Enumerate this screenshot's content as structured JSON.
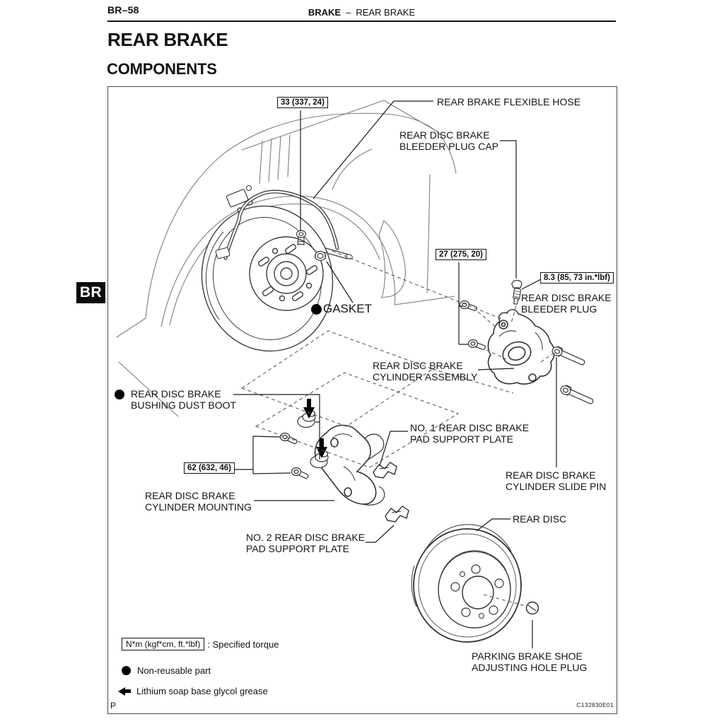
{
  "page": {
    "page_number": "BR–58",
    "header_section": "BRAKE",
    "header_dash": "–",
    "header_subsection": "REAR BRAKE",
    "title": "REAR BRAKE",
    "subtitle": "COMPONENTS",
    "side_tab": "BR",
    "footer_left": "P",
    "figure_code": "C132830E01"
  },
  "labels": {
    "flexible_hose": "REAR BRAKE FLEXIBLE HOSE",
    "bleeder_plug_cap_1": "REAR DISC BRAKE",
    "bleeder_plug_cap_2": "BLEEDER PLUG CAP",
    "bleeder_plug_1": "REAR DISC BRAKE",
    "bleeder_plug_2": "BLEEDER PLUG",
    "gasket": "GASKET",
    "cylinder_assembly_1": "REAR DISC BRAKE",
    "cylinder_assembly_2": "CYLINDER ASSEMBLY",
    "bushing_dust_boot_1": "REAR DISC BRAKE",
    "bushing_dust_boot_2": "BUSHING DUST BOOT",
    "no1_pad_plate_1": "NO. 1 REAR DISC BRAKE",
    "no1_pad_plate_2": "PAD SUPPORT PLATE",
    "slide_pin_1": "REAR DISC BRAKE",
    "slide_pin_2": "CYLINDER SLIDE PIN",
    "mounting_1": "REAR DISC BRAKE",
    "mounting_2": "CYLINDER MOUNTING",
    "no2_pad_plate_1": "NO. 2 REAR DISC BRAKE",
    "no2_pad_plate_2": "PAD SUPPORT PLATE",
    "rear_disc": "REAR DISC",
    "parking_plug_1": "PARKING BRAKE SHOE",
    "parking_plug_2": "ADJUSTING HOLE PLUG"
  },
  "torque": {
    "hose_banjo": "33 (337, 24)",
    "caliper_bolts": "27 (275, 20)",
    "bleeder": "8.3 (85, 73 in.*lbf)",
    "mounting_bolts": "62 (632, 46)"
  },
  "legend": {
    "torque_unit_box": "N*m (kgf*cm, ft.*lbf)",
    "torque_desc": ": Specified torque",
    "non_reusable": "Non-reusable part",
    "grease": "Lithium soap base glycol grease"
  },
  "icons": {
    "non_reusable": "filled-black-circle",
    "grease_legend": "solid-left-arrow",
    "grease_point": "solid-down-arrow"
  },
  "colors": {
    "background": "#ffffff",
    "text": "#111111",
    "part_line": "#3c3c3c",
    "body_line": "#7a7a7a",
    "tab_background": "#0b0b0b",
    "tab_text": "#ffffff"
  }
}
